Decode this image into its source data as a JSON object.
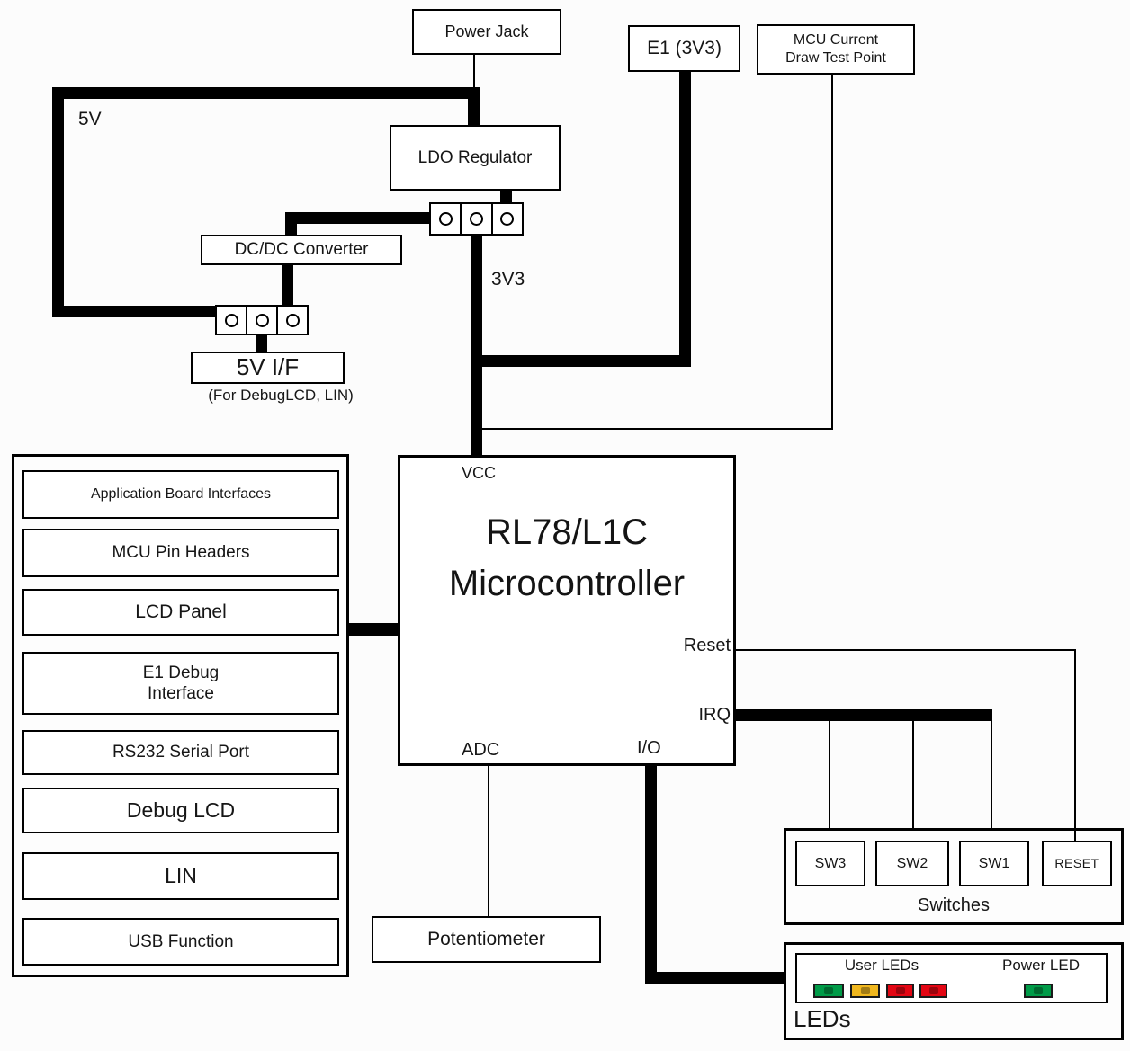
{
  "colors": {
    "wire": "#000000",
    "led_green": "#009b48",
    "led_amber": "#f0b71e",
    "led_red": "#e30613"
  },
  "blocks": {
    "power_jack": "Power Jack",
    "e1_debugger": "E1 (3V3)",
    "mcu_current_test_point": "MCU Current\nDraw Test Point",
    "ldo_regulator": "LDO Regulator",
    "dcdc_converter": "DC/DC Converter",
    "fivev_interface": "5V I/F",
    "fivev_interface_note": "(For DebugLCD, LIN)",
    "potentiometer": "Potentiometer"
  },
  "net_labels": {
    "rail_5v": "5V",
    "rail_3v3": "3V3"
  },
  "mcu": {
    "title_line1": "RL78/L1C",
    "title_line2": "Microcontroller",
    "pins": {
      "vcc": "VCC",
      "reset": "Reset",
      "irq": "IRQ",
      "io": "I/O",
      "adc": "ADC"
    }
  },
  "application_interfaces": {
    "items": [
      "Application Board Interfaces",
      "MCU Pin Headers",
      "LCD Panel",
      "E1 Debug\nInterface",
      "RS232 Serial Port",
      "Debug LCD",
      "LIN",
      "USB Function"
    ]
  },
  "switches": {
    "label": "Switches",
    "buttons": [
      "SW3",
      "SW2",
      "SW1",
      "RESET"
    ]
  },
  "leds": {
    "label": "LEDs",
    "user_label": "User LEDs",
    "power_label": "Power LED",
    "user_led_colors": [
      "#009b48",
      "#f0b71e",
      "#e30613",
      "#e30613"
    ],
    "power_led_color": "#009b48"
  }
}
